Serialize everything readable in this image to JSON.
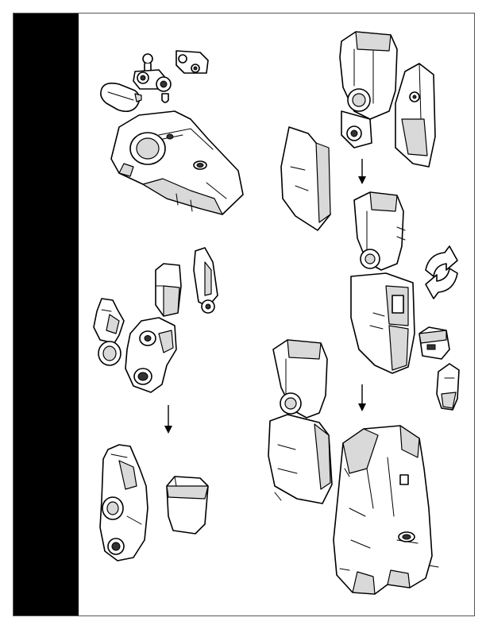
{
  "page": {
    "background": "#ffffff",
    "spine_color": "#000000",
    "frame_color": "#555555",
    "line_color": "#000000",
    "shade_color": "#d9d9d9"
  },
  "diagram": {
    "type": "assembly-instructions",
    "steps": [
      {
        "id": "step-torso-parts",
        "column": "left",
        "row": 1
      },
      {
        "id": "step-leg-parts",
        "column": "left",
        "row": 2
      },
      {
        "id": "step-leg-joined",
        "column": "left",
        "row": 3
      },
      {
        "id": "step-arm-parts",
        "column": "right",
        "row": 1
      },
      {
        "id": "step-arm-inner",
        "column": "right",
        "row": 2
      },
      {
        "id": "step-arm-joined",
        "column": "right",
        "row": 3
      },
      {
        "id": "step-final-torso",
        "column": "right",
        "row": 4
      }
    ],
    "icons": [
      "down-arrow-icon",
      "rotate-icon"
    ]
  }
}
